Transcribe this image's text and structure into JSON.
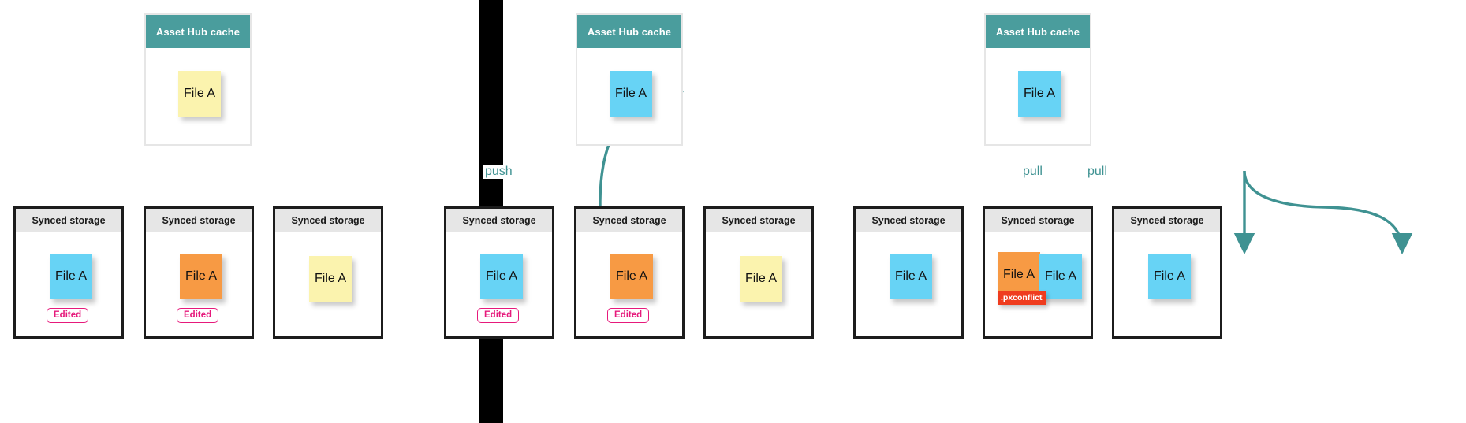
{
  "diagram": {
    "title_note_label": "File A",
    "colors": {
      "teal": "#4a9d9d",
      "arrow_teal": "#3f9292",
      "note_yellow": "#fbf3ae",
      "note_blue": "#67d3f5",
      "note_orange": "#f79a44",
      "edited_pink": "#e6197b",
      "conflict_red": "#ef3c1e",
      "storage_header_gray": "#e6e6e6",
      "divider_black": "#000000"
    },
    "labels": {
      "cache_title": "Asset Hub cache",
      "storage_title": "Synced storage",
      "file_label": "File A",
      "edited_badge": "Edited",
      "conflict_badge": ".pxconflict",
      "push": "push",
      "pull": "pull"
    }
  },
  "panels": [
    {
      "id": "panel-1",
      "cache": {
        "title": "Asset Hub cache",
        "note": {
          "label": "File A",
          "color": "yellow"
        }
      },
      "storages": [
        {
          "title": "Synced storage",
          "notes": [
            {
              "label": "File A",
              "color": "blue"
            }
          ],
          "badge": "Edited"
        },
        {
          "title": "Synced storage",
          "notes": [
            {
              "label": "File A",
              "color": "orange"
            }
          ],
          "badge": "Edited"
        },
        {
          "title": "Synced storage",
          "notes": [
            {
              "label": "File A",
              "color": "yellow"
            }
          ],
          "badge": null
        }
      ],
      "arrows": []
    },
    {
      "id": "panel-2",
      "cache": {
        "title": "Asset Hub cache",
        "note": {
          "label": "File A",
          "color": "blue"
        }
      },
      "storages": [
        {
          "title": "Synced storage",
          "notes": [
            {
              "label": "File A",
              "color": "blue"
            }
          ],
          "badge": "Edited"
        },
        {
          "title": "Synced storage",
          "notes": [
            {
              "label": "File A",
              "color": "orange"
            }
          ],
          "badge": "Edited"
        },
        {
          "title": "Synced storage",
          "notes": [
            {
              "label": "File A",
              "color": "yellow"
            }
          ],
          "badge": null
        }
      ],
      "arrows": [
        {
          "label": "push",
          "direction": "up-right"
        }
      ]
    },
    {
      "id": "panel-3",
      "cache": {
        "title": "Asset Hub cache",
        "note": {
          "label": "File A",
          "color": "blue"
        }
      },
      "storages": [
        {
          "title": "Synced storage",
          "notes": [
            {
              "label": "File A",
              "color": "blue"
            }
          ],
          "badge": null
        },
        {
          "title": "Synced storage",
          "notes": [
            {
              "label": "File A",
              "color": "orange",
              "conflict": ".pxconflict"
            },
            {
              "label": "File A",
              "color": "blue"
            }
          ],
          "badge": null
        },
        {
          "title": "Synced storage",
          "notes": [
            {
              "label": "File A",
              "color": "blue"
            }
          ],
          "badge": null
        }
      ],
      "arrows": [
        {
          "label": "pull",
          "direction": "down"
        },
        {
          "label": "pull",
          "direction": "down-right"
        }
      ]
    }
  ]
}
